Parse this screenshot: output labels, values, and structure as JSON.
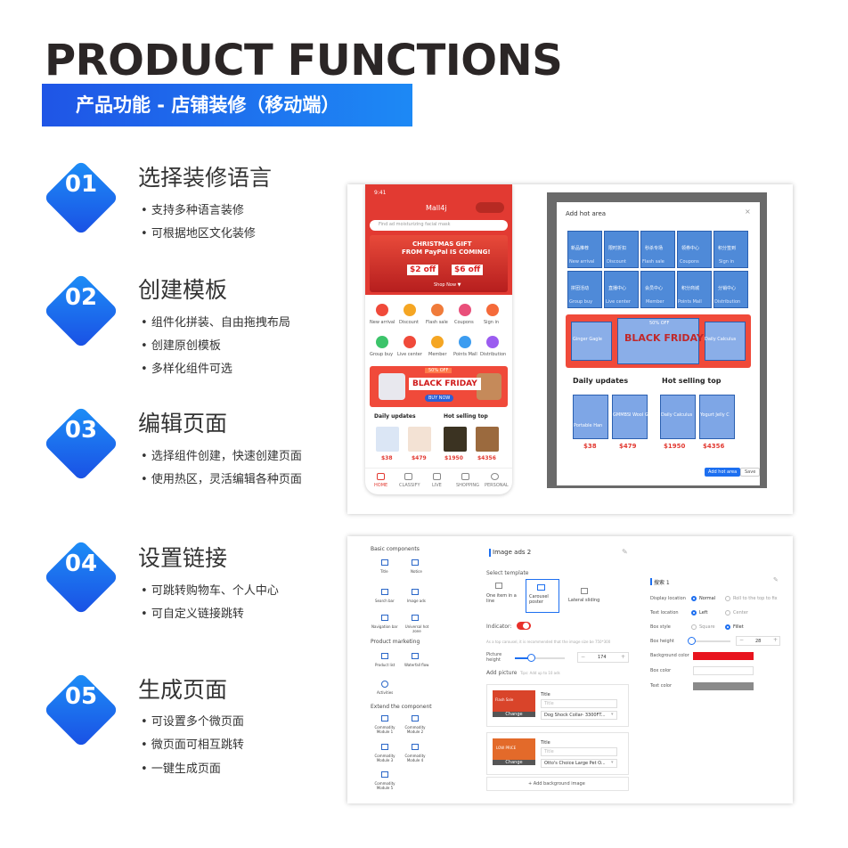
{
  "header": {
    "title": "PRODUCT FUNCTIONS",
    "subtitle": "产品功能 - 店铺装修（移动端）"
  },
  "features": [
    {
      "num": "01",
      "title": "选择装修语言",
      "bullets": [
        "支持多种语言装修",
        "可根据地区文化装修"
      ]
    },
    {
      "num": "02",
      "title": "创建模板",
      "bullets": [
        "组件化拼装、自由拖拽布局",
        "创建原创模板",
        "多样化组件可选"
      ]
    },
    {
      "num": "03",
      "title": "编辑页面",
      "bullets": [
        "选择组件创建，快速创建页面",
        "使用热区，灵活编辑各种页面"
      ]
    },
    {
      "num": "04",
      "title": "设置链接",
      "bullets": [
        "可跳转购物车、个人中心",
        "可自定义链接跳转"
      ]
    },
    {
      "num": "05",
      "title": "生成页面",
      "bullets": [
        "可设置多个微页面",
        "微页面可相互跳转",
        "一键生成页面"
      ]
    }
  ],
  "phone": {
    "time": "9:41",
    "app_name": "Mall4j",
    "search_placeholder": "Find ad moisturizing facial mask",
    "banner": {
      "line1": "CHRISTMAS GIFT",
      "line2": "FROM PayPal IS COMING!",
      "coupon1": "$2 off",
      "coupon2": "$6 off",
      "shop": "Shop Now ▼"
    },
    "icons": [
      "New arrival",
      "Discount",
      "Flash sale",
      "Coupons",
      "Sign in",
      "Group buy",
      "Live center",
      "Member",
      "Points Mall",
      "Distribution"
    ],
    "promo": {
      "badge": "50% OFF",
      "text": "BLACK FRIDAY",
      "btn": "BUY NOW"
    },
    "sections": [
      "Daily updates",
      "Hot selling top"
    ],
    "prices": [
      "$38",
      "$479",
      "$1950",
      "$4356"
    ],
    "nav": [
      "HOME",
      "CLASSIFY",
      "LIVE",
      "SHOPPING",
      "PERSONAL"
    ]
  },
  "hotarea": {
    "title": "Add hot area",
    "icons": [
      "New arrival",
      "Discount",
      "Flash sale",
      "Coupons",
      "Sign in",
      "Group buy",
      "Live center",
      "Member",
      "Points Mall",
      "Distribution"
    ],
    "icon_cn": [
      "新品推荐",
      "限时折扣",
      "秒杀专场",
      "领券中心",
      "积分签到",
      "拼团活动",
      "直播中心",
      "会员中心",
      "积分商城",
      "分销中心"
    ],
    "promo_labels": [
      "Ginger Gagle",
      "BLACK FRIDAY",
      "Daily Calculus"
    ],
    "promo_badge": "50% OFF",
    "sections": [
      "Daily updates",
      "Hot selling top"
    ],
    "product_labels": [
      "Portable Han",
      "GMMBSI Wool G",
      "Daily Calculus",
      "Yogurt Jelly C"
    ],
    "prices": [
      "$38",
      "$479",
      "$1950",
      "$4356"
    ],
    "btn_primary": "Add hot area",
    "btn_save": "Save"
  },
  "editor": {
    "sections": [
      "Basic components",
      "Product marketing",
      "Extend the component"
    ],
    "basic": [
      "Title",
      "Notice",
      "Search bar",
      "Image ads",
      "Navigation bar",
      "Universal hot zone"
    ],
    "marketing": [
      "Product list",
      "Waterfall flow",
      "Activities"
    ],
    "extend": [
      "Commodity Module 1",
      "Commodity Module 2",
      "Commodity Module 3",
      "Commodity Module 4",
      "Commodity Module 5"
    ],
    "mid_title": "Image ads 2",
    "select_template": "Select template",
    "templates": [
      "One item in a line",
      "Carousel poster",
      "Lateral sliding"
    ],
    "indicator": "Indicator:",
    "hint": "As a top carousel, it is recommended that the image size be 750*300",
    "pic_height_label": "Picture height",
    "pic_height": "174",
    "add_picture": "Add picture",
    "add_tip": "Tips: Add up to 10 ads",
    "items": [
      {
        "title_label": "Title",
        "title_ph": "Title",
        "link": "Dog Shock Collar- 3300FT...",
        "change": "Change",
        "img": "Flash Sale"
      },
      {
        "title_label": "Title",
        "title_ph": "Title",
        "link": "Otto's Choice Large Pet O...",
        "change": "Change",
        "img": "LOW PRICE"
      }
    ],
    "add_bg": "+ Add background image",
    "right_title": "搜索 1",
    "rows": [
      {
        "label": "Display location",
        "opt1": "Normal",
        "opt2": "Roll to the top to fix"
      },
      {
        "label": "Text location",
        "opt1": "Left",
        "opt2": "Center"
      },
      {
        "label": "Box style",
        "opt1": "Square",
        "opt2": "Fillet"
      }
    ],
    "box_height_label": "Box height",
    "box_height": "28",
    "bg_color_label": "Background color",
    "box_color_label": "Box color",
    "text_color_label": "Text color"
  },
  "colors": {
    "accent": "#1d6ff0",
    "red": "#e8302a",
    "dark": "#2b2626"
  }
}
